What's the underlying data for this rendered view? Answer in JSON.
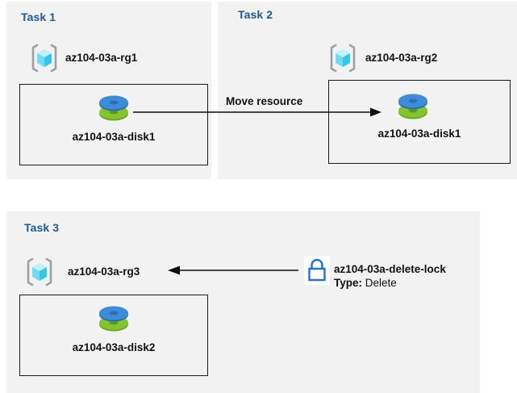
{
  "colors": {
    "panel_bg": "#f2f2f2",
    "page_bg": "#ffffff",
    "title_blue": "#1b5a96",
    "text": "#111111",
    "border": "#1a1a1a",
    "lock_blue": "#1f6fe0",
    "cube_cyan": "#7fe3f5",
    "disk_blue": "#3b8ede",
    "disk_green": "#78bc2a"
  },
  "panels": [
    {
      "id": "task1",
      "title": "Task 1",
      "resource_group": {
        "label": "az104-03a-rg1",
        "icon": "resource-group-icon"
      },
      "resource": {
        "label": "az104-03a-disk1",
        "icon": "managed-disk-icon"
      }
    },
    {
      "id": "task2",
      "title": "Task 2",
      "resource_group": {
        "label": "az104-03a-rg2",
        "icon": "resource-group-icon"
      },
      "resource": {
        "label": "az104-03a-disk1",
        "icon": "managed-disk-icon"
      }
    },
    {
      "id": "task3",
      "title": "Task 3",
      "resource_group": {
        "label": "az104-03a-rg3",
        "icon": "resource-group-icon"
      },
      "resource": {
        "label": "az104-03a-disk2",
        "icon": "managed-disk-icon"
      }
    }
  ],
  "connectors": {
    "move_resource": {
      "label": "Move resource",
      "direction": "right",
      "from": "task1-disk1",
      "to": "task2-disk1"
    },
    "lock_applies_to": {
      "label": "",
      "direction": "left",
      "from": "delete-lock",
      "to": "task3-rg3"
    }
  },
  "lock": {
    "icon": "lock-icon",
    "name": "az104-03a-delete-lock",
    "type_key": "Type:",
    "type_value": "Delete"
  }
}
